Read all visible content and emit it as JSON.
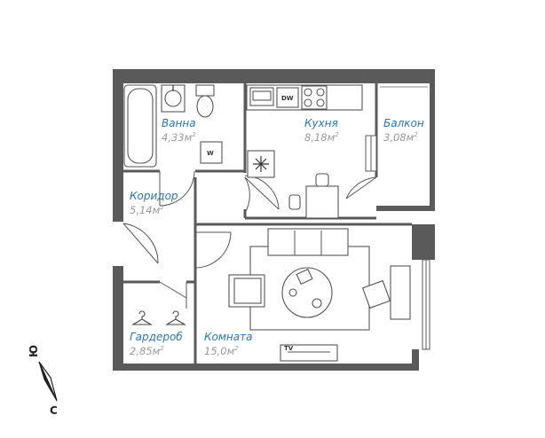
{
  "rooms": [
    {
      "id": "bathroom",
      "name": "Ванна",
      "area": "4,33м",
      "unit_sup": "2"
    },
    {
      "id": "kitchen",
      "name": "Кухня",
      "area": "8,18м",
      "unit_sup": "2"
    },
    {
      "id": "balcony",
      "name": "Балкон",
      "area": "3,08м",
      "unit_sup": "2"
    },
    {
      "id": "corridor",
      "name": "Коридор",
      "area": "5,14м",
      "unit_sup": "2"
    },
    {
      "id": "wardrobe",
      "name": "Гардероб",
      "area": "2,85м",
      "unit_sup": "2"
    },
    {
      "id": "room",
      "name": "Комната",
      "area": "15,0м",
      "unit_sup": "2"
    }
  ],
  "appliances": {
    "dishwasher": "DW",
    "washer": "W",
    "tv": "TV"
  },
  "compass": {
    "south_label": "Ю",
    "north_label": "С"
  },
  "colors": {
    "wall": "#5a5a5a",
    "room_name": "#2a77b8",
    "room_area": "#9a9a9a"
  }
}
